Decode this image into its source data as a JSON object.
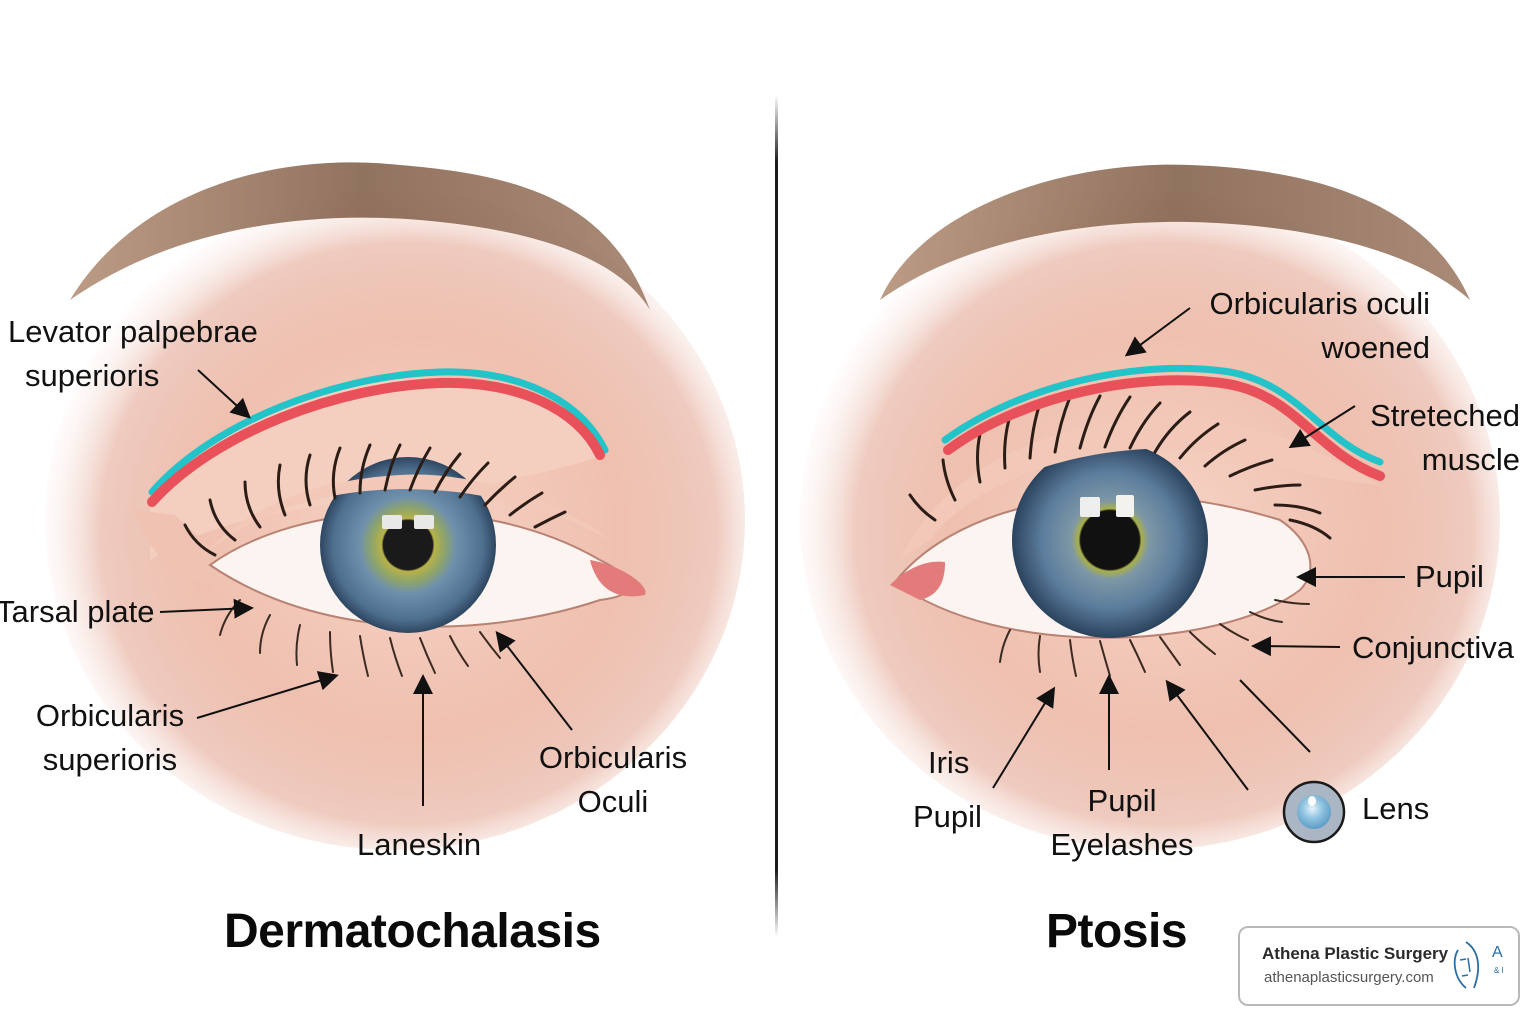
{
  "left_panel": {
    "title": "Dermatochalasis",
    "labels": {
      "levator_line1": "Levator palpebrae",
      "levator_line2": "superioris",
      "tarsal_plate": "Tarsal plate",
      "orb_sup_line1": "Orbicularis",
      "orb_sup_line2": "superioris",
      "laneskin": "Laneskin",
      "orb_oculi_line1": "Orbicularis",
      "orb_oculi_line2": "Oculi"
    }
  },
  "right_panel": {
    "title": "Ptosis",
    "labels": {
      "orb_weak_line1": "Orbicularis oculi",
      "orb_weak_line2": "woened",
      "stretched_line1": "Streteched",
      "stretched_line2": "muscle",
      "pupil_right": "Pupil",
      "conjunctiva": "Conjunctiva",
      "iris": "Iris",
      "pupil_left": "Pupil",
      "pupil_mid": "Pupil",
      "eyelashes": "Eyelashes",
      "lens": "Lens"
    }
  },
  "brand": {
    "name": "Athena Plastic Surgery",
    "url": "athenaplasticsurgery.com",
    "logo_letter": "A",
    "logo_sub": "& I"
  },
  "colors": {
    "cyan_band": "#22c3c9",
    "red_band": "#e8505a",
    "skin": "#f3cbbd",
    "skin_shadow": "#dc9c8c",
    "iris": "#5f7f9e",
    "iris_ring": "#c9c24a",
    "brow": "#8a634a",
    "logo_blue": "#2a6ea6"
  }
}
